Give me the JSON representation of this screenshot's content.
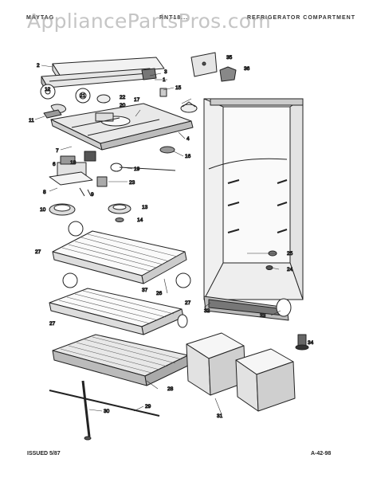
{
  "header": {
    "left": "MAYTAG",
    "middle": "RNT18...",
    "right": "REFRIGERATOR COMPARTMENT"
  },
  "watermark": "AppliancePartsPros.com",
  "footer": {
    "issued": "ISSUED 5/87",
    "page": "A-42-98"
  },
  "callouts": [
    {
      "id": "c1",
      "text": "1"
    },
    {
      "id": "c2",
      "text": "2"
    },
    {
      "id": "c3",
      "text": "3"
    },
    {
      "id": "c4",
      "text": "4"
    },
    {
      "id": "c6",
      "text": "6"
    },
    {
      "id": "c7",
      "text": "7"
    },
    {
      "id": "c8",
      "text": "8"
    },
    {
      "id": "c9",
      "text": "9"
    },
    {
      "id": "c10",
      "text": "10"
    },
    {
      "id": "c11",
      "text": "11"
    },
    {
      "id": "c12",
      "text": "12"
    },
    {
      "id": "c13",
      "text": "13"
    },
    {
      "id": "c14",
      "text": "14"
    },
    {
      "id": "c15",
      "text": "15"
    },
    {
      "id": "c16",
      "text": "16"
    },
    {
      "id": "c17",
      "text": "17"
    },
    {
      "id": "c18",
      "text": "18"
    },
    {
      "id": "c19",
      "text": "19"
    },
    {
      "id": "c20",
      "text": "20"
    },
    {
      "id": "c21",
      "text": "21"
    },
    {
      "id": "c22",
      "text": "22"
    },
    {
      "id": "c23",
      "text": "23"
    },
    {
      "id": "c24",
      "text": "24"
    },
    {
      "id": "c25",
      "text": "25"
    },
    {
      "id": "c26",
      "text": "26"
    },
    {
      "id": "c27a",
      "text": "27"
    },
    {
      "id": "c27b",
      "text": "27"
    },
    {
      "id": "c27c",
      "text": "27"
    },
    {
      "id": "c28",
      "text": "28"
    },
    {
      "id": "c29",
      "text": "29"
    },
    {
      "id": "c30",
      "text": "30"
    },
    {
      "id": "c31",
      "text": "31"
    },
    {
      "id": "c32",
      "text": "32"
    },
    {
      "id": "c33",
      "text": "33"
    },
    {
      "id": "c34",
      "text": "34"
    },
    {
      "id": "c35",
      "text": "35"
    },
    {
      "id": "c36",
      "text": "36"
    },
    {
      "id": "c37",
      "text": "37"
    }
  ]
}
